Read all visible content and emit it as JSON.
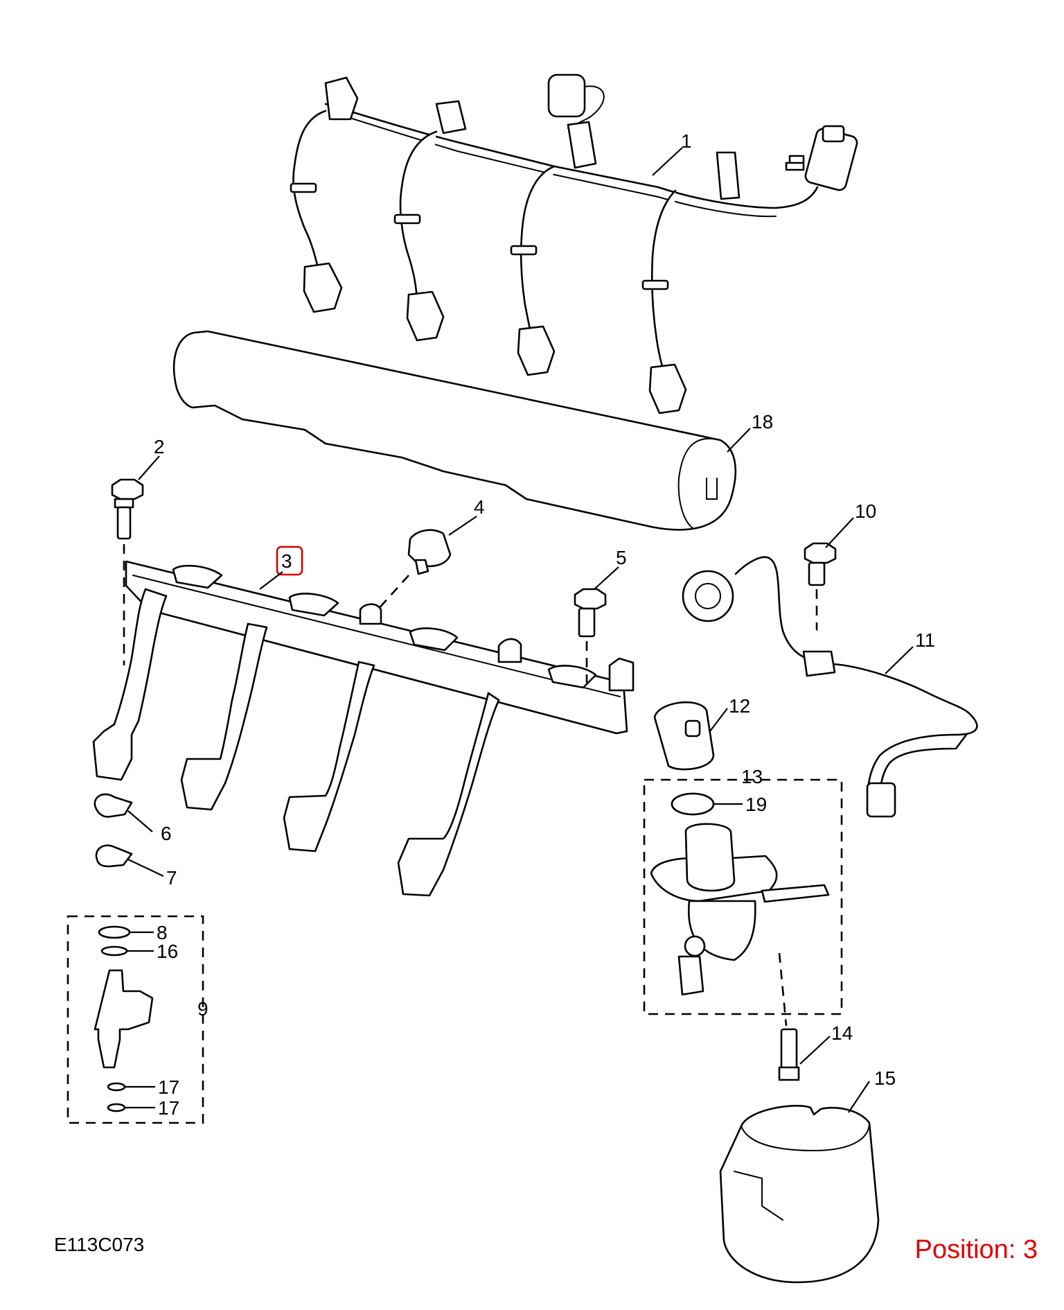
{
  "figure_code": "E113C073",
  "position": {
    "text": "Position: 3",
    "color": "#e00000"
  },
  "highlight_color": "#d40000",
  "callouts": [
    {
      "id": "1",
      "label": "1"
    },
    {
      "id": "2",
      "label": "2"
    },
    {
      "id": "3",
      "label": "3",
      "highlighted": true
    },
    {
      "id": "4",
      "label": "4"
    },
    {
      "id": "5",
      "label": "5"
    },
    {
      "id": "6",
      "label": "6"
    },
    {
      "id": "7",
      "label": "7"
    },
    {
      "id": "8",
      "label": "8"
    },
    {
      "id": "9",
      "label": "9"
    },
    {
      "id": "10",
      "label": "10"
    },
    {
      "id": "11",
      "label": "11"
    },
    {
      "id": "12",
      "label": "12"
    },
    {
      "id": "13",
      "label": "13"
    },
    {
      "id": "14",
      "label": "14"
    },
    {
      "id": "15",
      "label": "15"
    },
    {
      "id": "16",
      "label": "16"
    },
    {
      "id": "17a",
      "label": "17"
    },
    {
      "id": "17b",
      "label": "17"
    },
    {
      "id": "18",
      "label": "18"
    },
    {
      "id": "19",
      "label": "19"
    }
  ]
}
